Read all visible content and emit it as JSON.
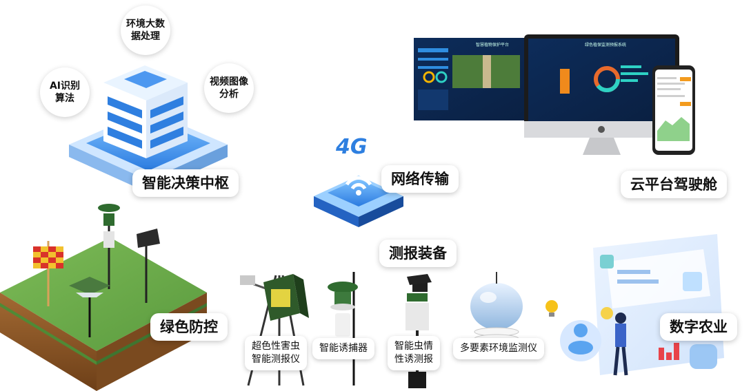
{
  "hub": {
    "title": "智能决策中枢",
    "bubbles": [
      {
        "line1": "AI识别",
        "line2": "算法"
      },
      {
        "line1": "环境大数",
        "line2": "据处理"
      },
      {
        "line1": "视频图像",
        "line2": "分析"
      }
    ]
  },
  "network": {
    "title": "网络传输",
    "badge": "4G"
  },
  "cloud": {
    "title": "云平台驾驶舱",
    "screen_left_title": "智慧植物保护平台",
    "screen_right_title": "绿色植保监测预报系统"
  },
  "green": {
    "title": "绿色防控"
  },
  "equipment": {
    "title": "测报装备",
    "items": [
      {
        "line1": "超色性害虫",
        "line2": "智能测报仪"
      },
      {
        "line1": "智能诱捕器",
        "line2": ""
      },
      {
        "line1": "智能虫情",
        "line2": "性诱测报"
      },
      {
        "line1": "多要素环境监测仪",
        "line2": ""
      }
    ]
  },
  "digital": {
    "title": "数字农业"
  },
  "colors": {
    "accent_blue": "#2e7fe0",
    "dark_blue": "#1c4fa8",
    "grass_green": "#6aa84f",
    "soil_brown": "#8b5a2b",
    "device_green": "#2f6b2f"
  }
}
